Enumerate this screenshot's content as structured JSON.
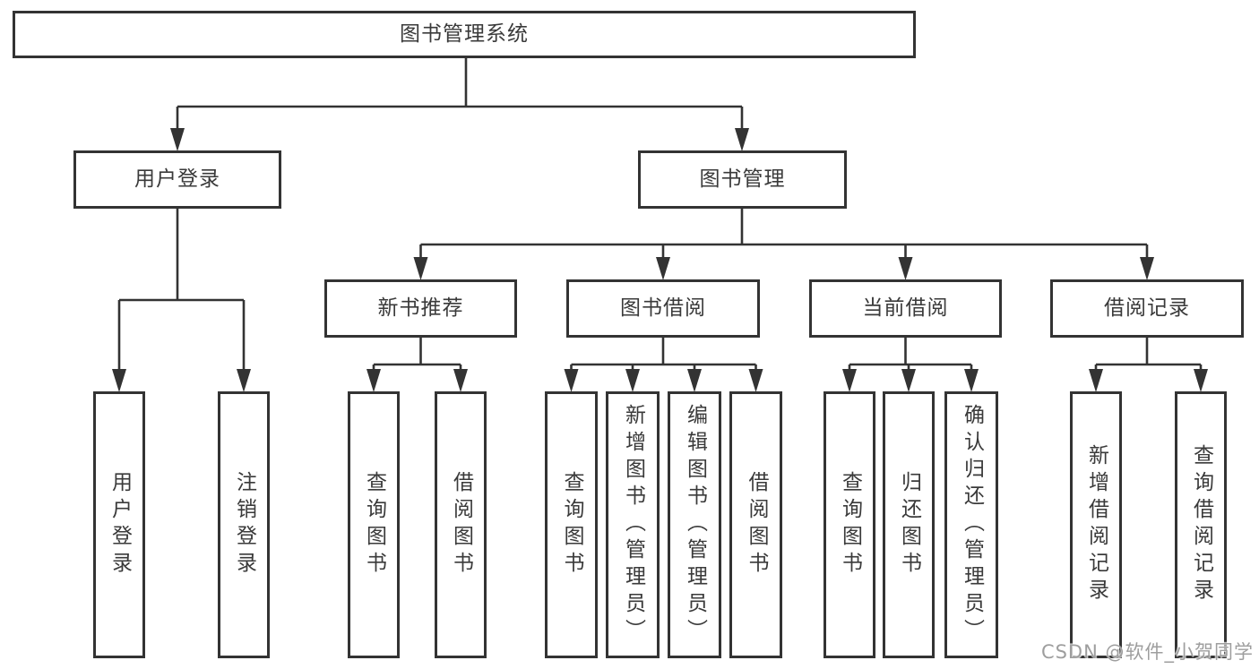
{
  "diagram": {
    "root": {
      "label": "图书管理系统"
    },
    "level2": [
      {
        "label": "用户登录"
      },
      {
        "label": "图书管理"
      }
    ],
    "level3": [
      {
        "label": "新书推荐"
      },
      {
        "label": "图书借阅"
      },
      {
        "label": "当前借阅"
      },
      {
        "label": "借阅记录"
      }
    ],
    "leaves": {
      "user_login": [
        {
          "label": "用户登录"
        },
        {
          "label": "注销登录"
        }
      ],
      "new_book_recommend": [
        {
          "label": "查询图书"
        },
        {
          "label": "借阅图书"
        }
      ],
      "book_borrowing": [
        {
          "label": "查询图书"
        },
        {
          "label": "新增图书（管理员）"
        },
        {
          "label": "编辑图书（管理员）"
        },
        {
          "label": "借阅图书"
        }
      ],
      "current_borrowing": [
        {
          "label": "查询图书"
        },
        {
          "label": "归还图书"
        },
        {
          "label": "确认归还（管理员）"
        }
      ],
      "borrowing_records": [
        {
          "label": "新增借阅记录"
        },
        {
          "label": "查询借阅记录"
        }
      ]
    },
    "colors": {
      "line": "#333333",
      "text": "#3a3a3a",
      "background": "#ffffff",
      "watermark": "#9e9e9e"
    }
  },
  "watermark": {
    "text": "CSDN @软件_小贺同学"
  }
}
